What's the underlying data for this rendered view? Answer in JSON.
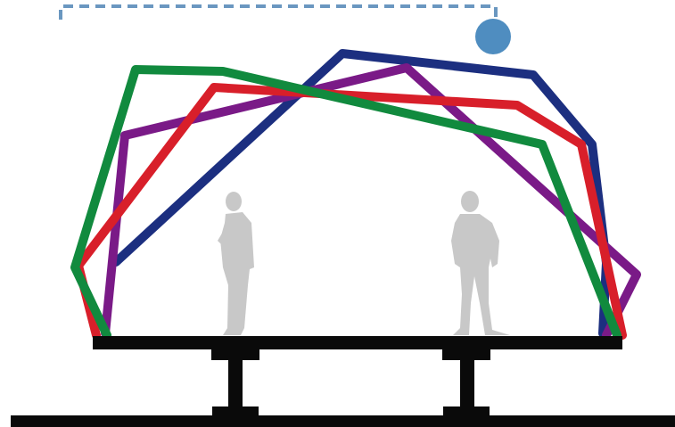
{
  "colors": {
    "background": "#ffffff",
    "frame_blue": "#1c2f80",
    "frame_purple": "#7a1a87",
    "frame_red": "#d81f2a",
    "frame_green": "#118a3e",
    "structure": "#0a0a0a",
    "human": "#c8c8c8",
    "indicator": "#6a97c0",
    "indicator_dot": "#4f8dc0"
  },
  "diagram": {
    "frames": [
      {
        "name": "blue-frame",
        "color_key": "frame_blue"
      },
      {
        "name": "purple-frame",
        "color_key": "frame_purple"
      },
      {
        "name": "red-frame",
        "color_key": "frame_red"
      },
      {
        "name": "green-frame",
        "color_key": "frame_green"
      }
    ],
    "figures": [
      "human-silhouette-left",
      "human-silhouette-right"
    ],
    "icons": [
      "dashed-guide-line",
      "position-dot"
    ]
  }
}
